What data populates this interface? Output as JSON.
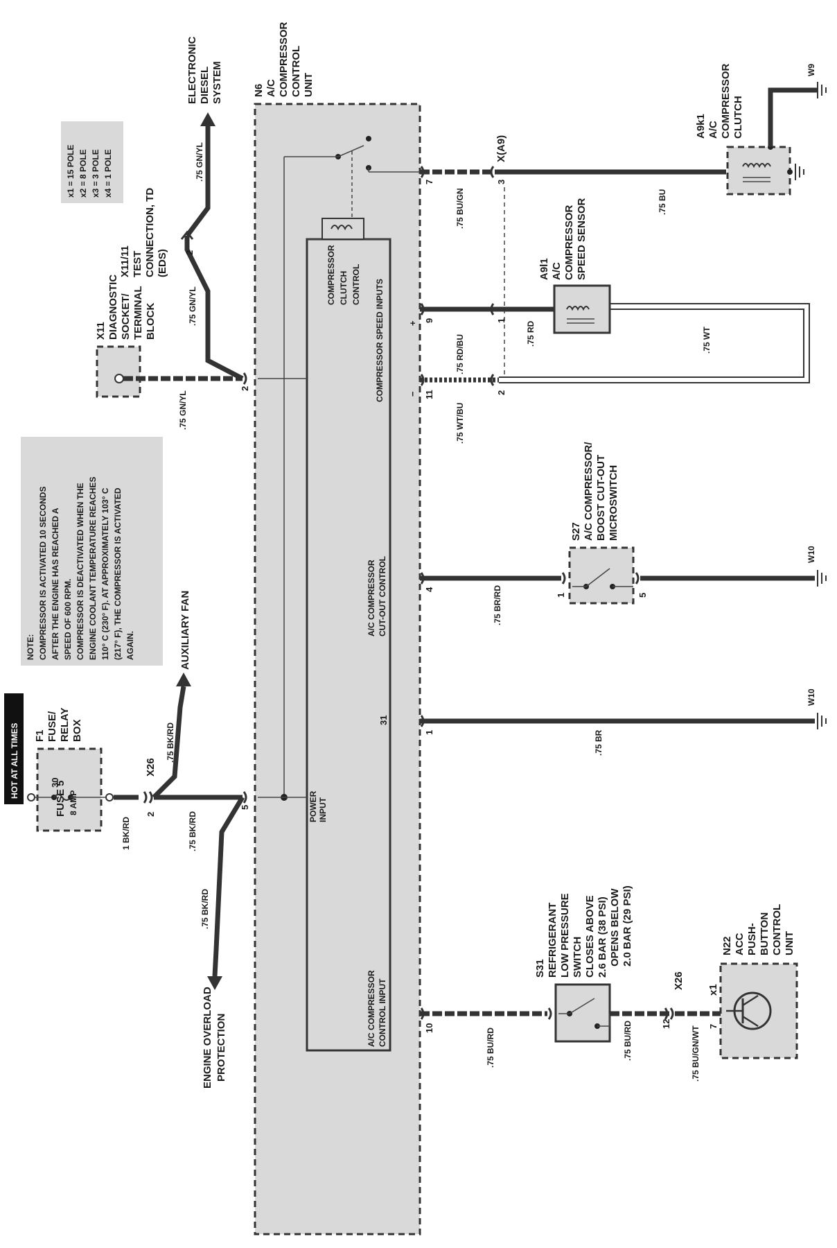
{
  "hot_label": "HOT AT ALL TIMES",
  "f1": {
    "id": "F1",
    "l1": "FUSE/",
    "l2": "RELAY",
    "l3": "BOX",
    "fuse": "FUSE 5",
    "amp": "8 AMP",
    "pin": "30"
  },
  "auxiliary_fan": "AUXILIARY FAN",
  "engine_overload": {
    "l1": "ENGINE OVERLOAD",
    "l2": "PROTECTION"
  },
  "electronic_diesel": {
    "l1": "ELECTRONIC",
    "l2": "DIESEL",
    "l3": "SYSTEM"
  },
  "n6": {
    "id": "N6",
    "l1": "A/C",
    "l2": "COMPRESSOR",
    "l3": "CONTROL",
    "l4": "UNIT"
  },
  "poles": {
    "p1": "x1 = 15 POLE",
    "p2": "x2 = 8 POLE",
    "p3": "x3 = 3 POLE",
    "p4": "x4 = 1 POLE"
  },
  "note": {
    "title": "NOTE:",
    "l1": "COMPRESSOR IS ACTIVATED 10 SECONDS",
    "l2": "AFTER THE ENGINE HAS REACHED A",
    "l3": "SPEED OF 600 RPM.",
    "l4": "COMPRESSOR IS DEACTIVATED WHEN THE",
    "l5": "ENGINE COOLANT TEMPERATURE REACHES",
    "l6": "110° C (230° F). AT APPROXIMATELY 103° C",
    "l7": "(217° F), THE COMPRESSOR IS ACTIVATED",
    "l8": "AGAIN."
  },
  "x11": {
    "id": "X11",
    "l1": "DIAGNOSTIC",
    "l2": "SOCKET/",
    "l3": "TERMINAL",
    "l4": "BLOCK"
  },
  "x1111": {
    "id": "X11/11",
    "l1": "TEST",
    "l2": "CONNECTION, TD",
    "l3": "(EDS)"
  },
  "x26": "X26",
  "s31": {
    "id": "S31",
    "l1": "REFRIGERANT",
    "l2": "LOW PRESSURE",
    "l3": "SWITCH",
    "l4": "CLOSES ABOVE",
    "l5": "2.6 BAR (38 PSI)",
    "l6": "OPENS BELOW",
    "l7": "2.0 BAR (29 PSI)"
  },
  "n22": {
    "id": "N22",
    "l1": "ACC",
    "l2": "PUSH-",
    "l3": "BUTTON",
    "l4": "CONTROL",
    "l5": "UNIT"
  },
  "s27": {
    "id": "S27",
    "l1": "A/C COMPRESSOR/",
    "l2": "BOOST CUT-OUT",
    "l3": "MICROSWITCH"
  },
  "a9l1": {
    "id": "A9l1",
    "l1": "A/C",
    "l2": "COMPRESSOR",
    "l3": "SPEED SENSOR"
  },
  "a9k1": {
    "id": "A9k1",
    "l1": "A/C",
    "l2": "COMPRESSOR",
    "l3": "CLUTCH"
  },
  "grounds": {
    "w9": "W9",
    "w10a": "W10",
    "w10b": "W10"
  },
  "xa9": "X(A9)",
  "x1": "x1",
  "inner": {
    "clutch1": "COMPRESSOR",
    "clutch2": "CLUTCH",
    "clutch3": "CONTROL",
    "speed": "COMPRESSOR SPEED INPUTS",
    "cut1": "A/C COMPRESSOR",
    "cut2": "CUT-OUT CONTROL",
    "power1": "POWER",
    "power2": "INPUT",
    "ctl1": "A/C COMPRESSOR",
    "ctl2": "CONTROL INPUT"
  },
  "wires": {
    "w_1bkrd": "1 BK/RD",
    "w_75bkrd_fan": ".75 BK/RD",
    "w_75bkrd_mid": ".75 BK/RD",
    "w_75bkrd_low": ".75 BK/RD",
    "w_75gnyl_1": ".75 GN/YL",
    "w_75gnyl_2": ".75 GN/YL",
    "w_75gnyl_3": ".75 GN/YL",
    "w_75bugn": ".75 BU/GN",
    "w_75bu": ".75 BU",
    "w_75rdbu": ".75 RD/BU",
    "w_75rd": ".75 RD",
    "w_75wtbu": ".75 WT/BU",
    "w_75wt": ".75 WT",
    "w_75brrd": ".75 BR/RD",
    "w_75br": ".75 BR",
    "w_75burd_1": ".75 BU/RD",
    "w_75burd_2": ".75 BU/RD",
    "w_75bugnwt": ".75 BU/GN/WT"
  },
  "pins": {
    "p2_x26": "2",
    "p5": "5",
    "p2_x11": "2",
    "p2_test": "2",
    "p7": "7",
    "p3": "3",
    "p9": "9",
    "p1_sens": "1",
    "p11": "11",
    "p2_sens": "2",
    "p4": "4",
    "p1_s27": "1",
    "p5_s27": "5",
    "p31": "31",
    "p1_gnd": "1",
    "p10": "10",
    "p12": "12",
    "p7_n22": "7",
    "plus": "+",
    "minus": "−"
  }
}
